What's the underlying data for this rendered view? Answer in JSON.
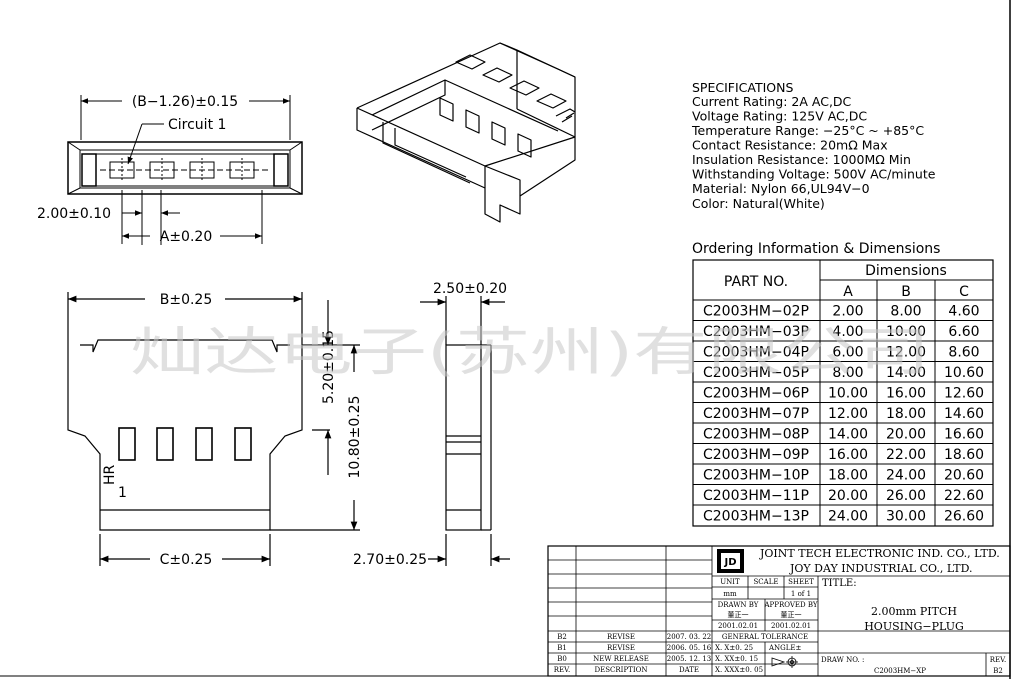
{
  "top_view": {
    "dim_top": "(B−1.26)±0.15",
    "circuit_label": "Circuit 1",
    "dim_pitch": "2.00±0.10",
    "dim_a": "A±0.20"
  },
  "front_view": {
    "dim_b": "B±0.25",
    "dim_520": "5.20±0.15",
    "dim_1080": "10.80±0.25",
    "dim_c": "C±0.25",
    "mark_hr": "HR",
    "mark_1": "1"
  },
  "side_view": {
    "dim_250": "2.50±0.20",
    "dim_270": "2.70±0.25"
  },
  "specifications": {
    "heading": "SPECIFICATIONS",
    "lines": [
      "Current Rating: 2A AC,DC",
      "Voltage Rating: 125V AC,DC",
      "Temperature Range: −25°C ~ +85°C",
      "Contact Resistance: 20mΩ Max",
      "Insulation Resistance: 1000MΩ Min",
      "Withstanding Voltage: 500V AC/minute",
      "Material: Nylon 66,UL94V−0",
      "Color: Natural(White)"
    ]
  },
  "ordering": {
    "heading": "Ordering Information & Dimensions",
    "col_part": "PART NO.",
    "col_dims": "Dimensions",
    "sub_a": "A",
    "sub_b": "B",
    "sub_c": "C",
    "rows": [
      [
        "C2003HM−02P",
        "2.00",
        "8.00",
        "4.60"
      ],
      [
        "C2003HM−03P",
        "4.00",
        "10.00",
        "6.60"
      ],
      [
        "C2003HM−04P",
        "6.00",
        "12.00",
        "8.60"
      ],
      [
        "C2003HM−05P",
        "8.00",
        "14.00",
        "10.60"
      ],
      [
        "C2003HM−06P",
        "10.00",
        "16.00",
        "12.60"
      ],
      [
        "C2003HM−07P",
        "12.00",
        "18.00",
        "14.60"
      ],
      [
        "C2003HM−08P",
        "14.00",
        "20.00",
        "16.60"
      ],
      [
        "C2003HM−09P",
        "16.00",
        "22.00",
        "18.60"
      ],
      [
        "C2003HM−10P",
        "18.00",
        "24.00",
        "20.60"
      ],
      [
        "C2003HM−11P",
        "20.00",
        "26.00",
        "22.60"
      ],
      [
        "C2003HM−13P",
        "24.00",
        "30.00",
        "26.60"
      ]
    ]
  },
  "watermark": "灿达电子(苏州)有限公司",
  "title_block": {
    "company1": "JOINT TECH ELECTRONIC IND. CO., LTD.",
    "company2": "JOY DAY INDUSTRIAL CO., LTD.",
    "unit_label": "UNIT",
    "scale_label": "SCALE",
    "sheet_label": "SHEET",
    "unit_value": "mm",
    "sheet_value": "1 of 1",
    "drawn_label": "DRAWN BY",
    "approved_label": "APPROVED BY",
    "drawn_name": "董正一",
    "approved_name": "董正一",
    "drawn_date": "2001.02.01",
    "approved_date": "2001.02.01",
    "title_label": "TITLE:",
    "title_line1": "2.00mm PITCH",
    "title_line2": "HOUSING−PLUG",
    "tolerance_label": "GENERAL TOLERANCE",
    "tol1": "X. X±0. 25",
    "tol2": "X. XX±0. 15",
    "tol3": "X. XXX±0. 05",
    "angle_label": "ANGLE±",
    "drawno_label": "DRAW NO. :",
    "drawno_value": "C2003HM−XP",
    "rev_label": "REV.",
    "rev_value": "B2",
    "revisions": [
      [
        "B2",
        "REVISE",
        "2007. 03. 22"
      ],
      [
        "B1",
        "REVISE",
        "2006. 05. 16"
      ],
      [
        "B0",
        "NEW RELEASE",
        "2005. 12. 13"
      ]
    ],
    "rev_col": "REV.",
    "desc_col": "DESCRIPTION",
    "date_col": "DATE"
  }
}
